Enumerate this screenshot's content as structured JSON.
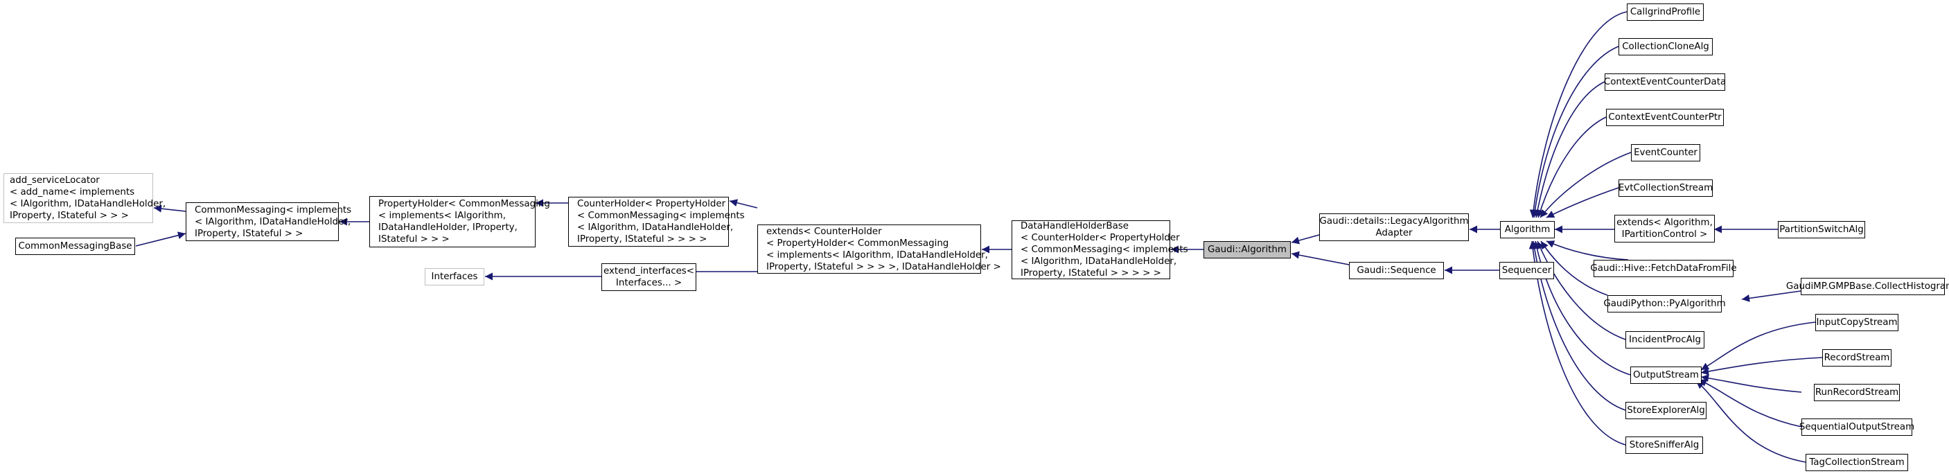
{
  "diagram": {
    "nodes": {
      "callgrind_profile": [
        "CallgrindProfile"
      ],
      "collection_clone_alg": [
        "CollectionCloneAlg"
      ],
      "context_event_counter_data": [
        "ContextEventCounterData"
      ],
      "context_event_counter_ptr": [
        "ContextEventCounterPtr"
      ],
      "event_counter": [
        "EventCounter"
      ],
      "evt_collection_stream": [
        "EvtCollectionStream"
      ],
      "extends_ipartition_control": [
        "extends< Algorithm,",
        "IPartitionControl >"
      ],
      "partition_switch_alg": [
        "PartitionSwitchAlg"
      ],
      "fetch_data_from_file": [
        "Gaudi::Hive::FetchDataFromFile"
      ],
      "py_algorithm": [
        "GaudiPython::PyAlgorithm"
      ],
      "collect_histograms": [
        "GaudiMP.GMPBase.CollectHistograms"
      ],
      "incident_proc_alg": [
        "IncidentProcAlg"
      ],
      "output_stream": [
        "OutputStream"
      ],
      "store_explorer_alg": [
        "StoreExplorerAlg"
      ],
      "store_sniffer_alg": [
        "StoreSnifferAlg"
      ],
      "input_copy_stream": [
        "InputCopyStream"
      ],
      "record_stream": [
        "RecordStream"
      ],
      "run_record_stream": [
        "RunRecordStream"
      ],
      "sequential_output_stream": [
        "SequentialOutputStream"
      ],
      "tag_collection_stream": [
        "TagCollectionStream"
      ],
      "algorithm": [
        "Algorithm"
      ],
      "sequencer": [
        "Sequencer"
      ],
      "legacy_algorithm_adapter": [
        "Gaudi::details::LegacyAlgorithm",
        "Adapter"
      ],
      "gaudi_sequence": [
        "Gaudi::Sequence"
      ],
      "gaudi_algorithm": [
        "Gaudi::Algorithm"
      ],
      "data_handle_holder_base": [
        "DataHandleHolderBase",
        "< CounterHolder< PropertyHolder",
        "< CommonMessaging< implements",
        "< IAlgorithm, IDataHandleHolder,",
        "IProperty, IStateful > > > > >"
      ],
      "extends_counter_holder": [
        "extends< CounterHolder",
        "< PropertyHolder< CommonMessaging",
        "< implements< IAlgorithm, IDataHandleHolder,",
        "IProperty, IStateful > > > >, IDataHandleHolder >"
      ],
      "counter_holder": [
        "CounterHolder< PropertyHolder",
        "< CommonMessaging< implements",
        "< IAlgorithm, IDataHandleHolder,",
        "IProperty, IStateful > > > >"
      ],
      "extend_interfaces": [
        "extend_interfaces<",
        "Interfaces... >"
      ],
      "interfaces": [
        "Interfaces"
      ],
      "property_holder": [
        "PropertyHolder< CommonMessaging",
        "< implements< IAlgorithm,",
        "IDataHandleHolder, IProperty,",
        "IStateful > > >"
      ],
      "common_messaging": [
        "CommonMessaging< implements",
        "< IAlgorithm, IDataHandleHolder,",
        "IProperty, IStateful > >"
      ],
      "add_service_locator": [
        "add_serviceLocator",
        "< add_name< implements",
        "< IAlgorithm, IDataHandleHolder,",
        "IProperty, IStateful > > >"
      ],
      "common_messaging_base": [
        "CommonMessagingBase"
      ]
    },
    "colors": {
      "edge": "#191970",
      "border": "#000000",
      "gray_border": "#bfbfbf",
      "highlight": "#bfbfbf"
    }
  }
}
